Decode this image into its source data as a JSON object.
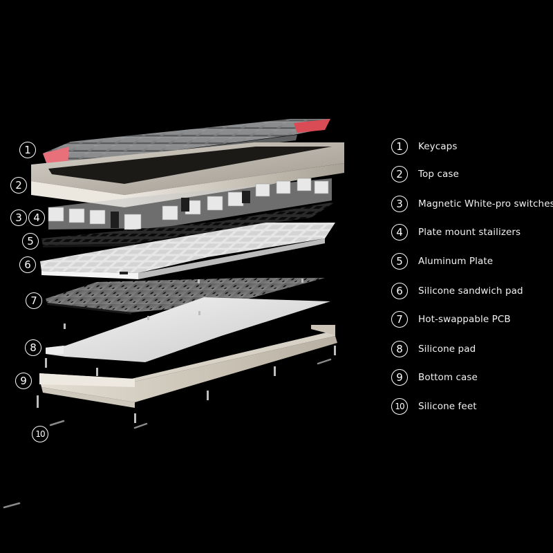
{
  "diagram": {
    "type": "exploded-view",
    "subject": "Mechanical keyboard",
    "background_color": "#000000",
    "accent_color": "#e0505a",
    "legend": [
      {
        "num": "1",
        "label": "Keycaps"
      },
      {
        "num": "2",
        "label": "Top case"
      },
      {
        "num": "3",
        "label": "Magnetic White-pro switches"
      },
      {
        "num": "4",
        "label": "Plate mount stailizers"
      },
      {
        "num": "5",
        "label": "Aluminum Plate"
      },
      {
        "num": "6",
        "label": "Silicone sandwich pad"
      },
      {
        "num": "7",
        "label": "Hot-swappable PCB"
      },
      {
        "num": "8",
        "label": "Silicone pad"
      },
      {
        "num": "9",
        "label": "Bottom case"
      },
      {
        "num": "10",
        "label": "Silicone feet"
      }
    ],
    "callouts": [
      {
        "num": "1"
      },
      {
        "num": "2"
      },
      {
        "num": "3"
      },
      {
        "num": "4"
      },
      {
        "num": "5"
      },
      {
        "num": "6"
      },
      {
        "num": "7"
      },
      {
        "num": "8"
      },
      {
        "num": "9"
      },
      {
        "num": "10"
      }
    ]
  }
}
